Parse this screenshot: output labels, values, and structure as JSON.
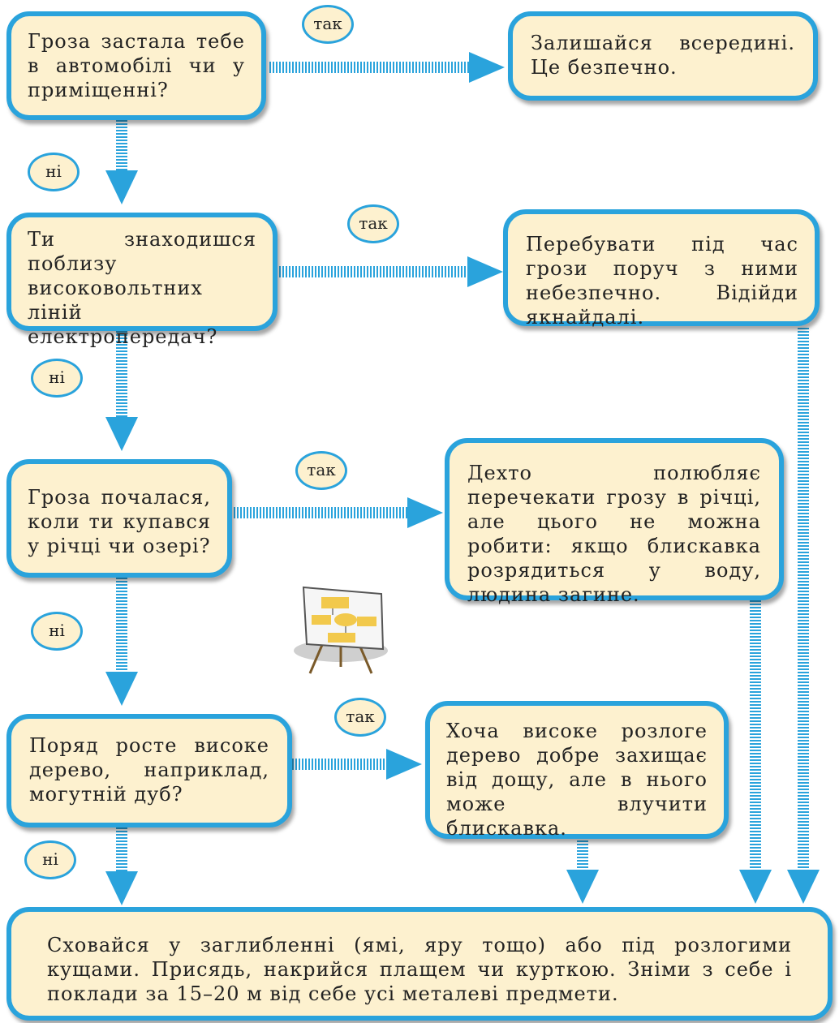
{
  "boxes": {
    "q1": "Гроза застала тебе в автомобілі чи у приміщенні?",
    "a1": "Залишайся всередині. Це безпечно.",
    "q2": "Ти знаходишся поблизу високовольтних ліній електропередач?",
    "a2": "Перебувати під час грози поруч з ними небезпечно. Відійди якнайдалі.",
    "q3": "Гроза почалася, коли ти купався у річці чи озері?",
    "a3": "Дехто полюбляє перечекати грозу в річці, але цього не можна робити: якщо блискавка розрядиться у воду, людина загине.",
    "q4": "Поряд росте високе дерево, наприклад, могутній дуб?",
    "a4": "Хоча високе розлоге дерево добре захищає від дощу, але в нього може влучити блискавка.",
    "final": "Сховайся у заглибленні (ямі, яру тощо) або під розлогими кущами. Присядь, накрийся плащем чи курткою. Зніми з себе і поклади за 15–20 м від себе усі металеві предмети."
  },
  "labels": {
    "yes": "так",
    "no": "ні"
  },
  "colors": {
    "box_fill": "#fdf1cf",
    "border": "#2aa3dc",
    "arrow": "#2aa3dc"
  },
  "icons": {
    "easel": "flowchart-easel-icon"
  }
}
